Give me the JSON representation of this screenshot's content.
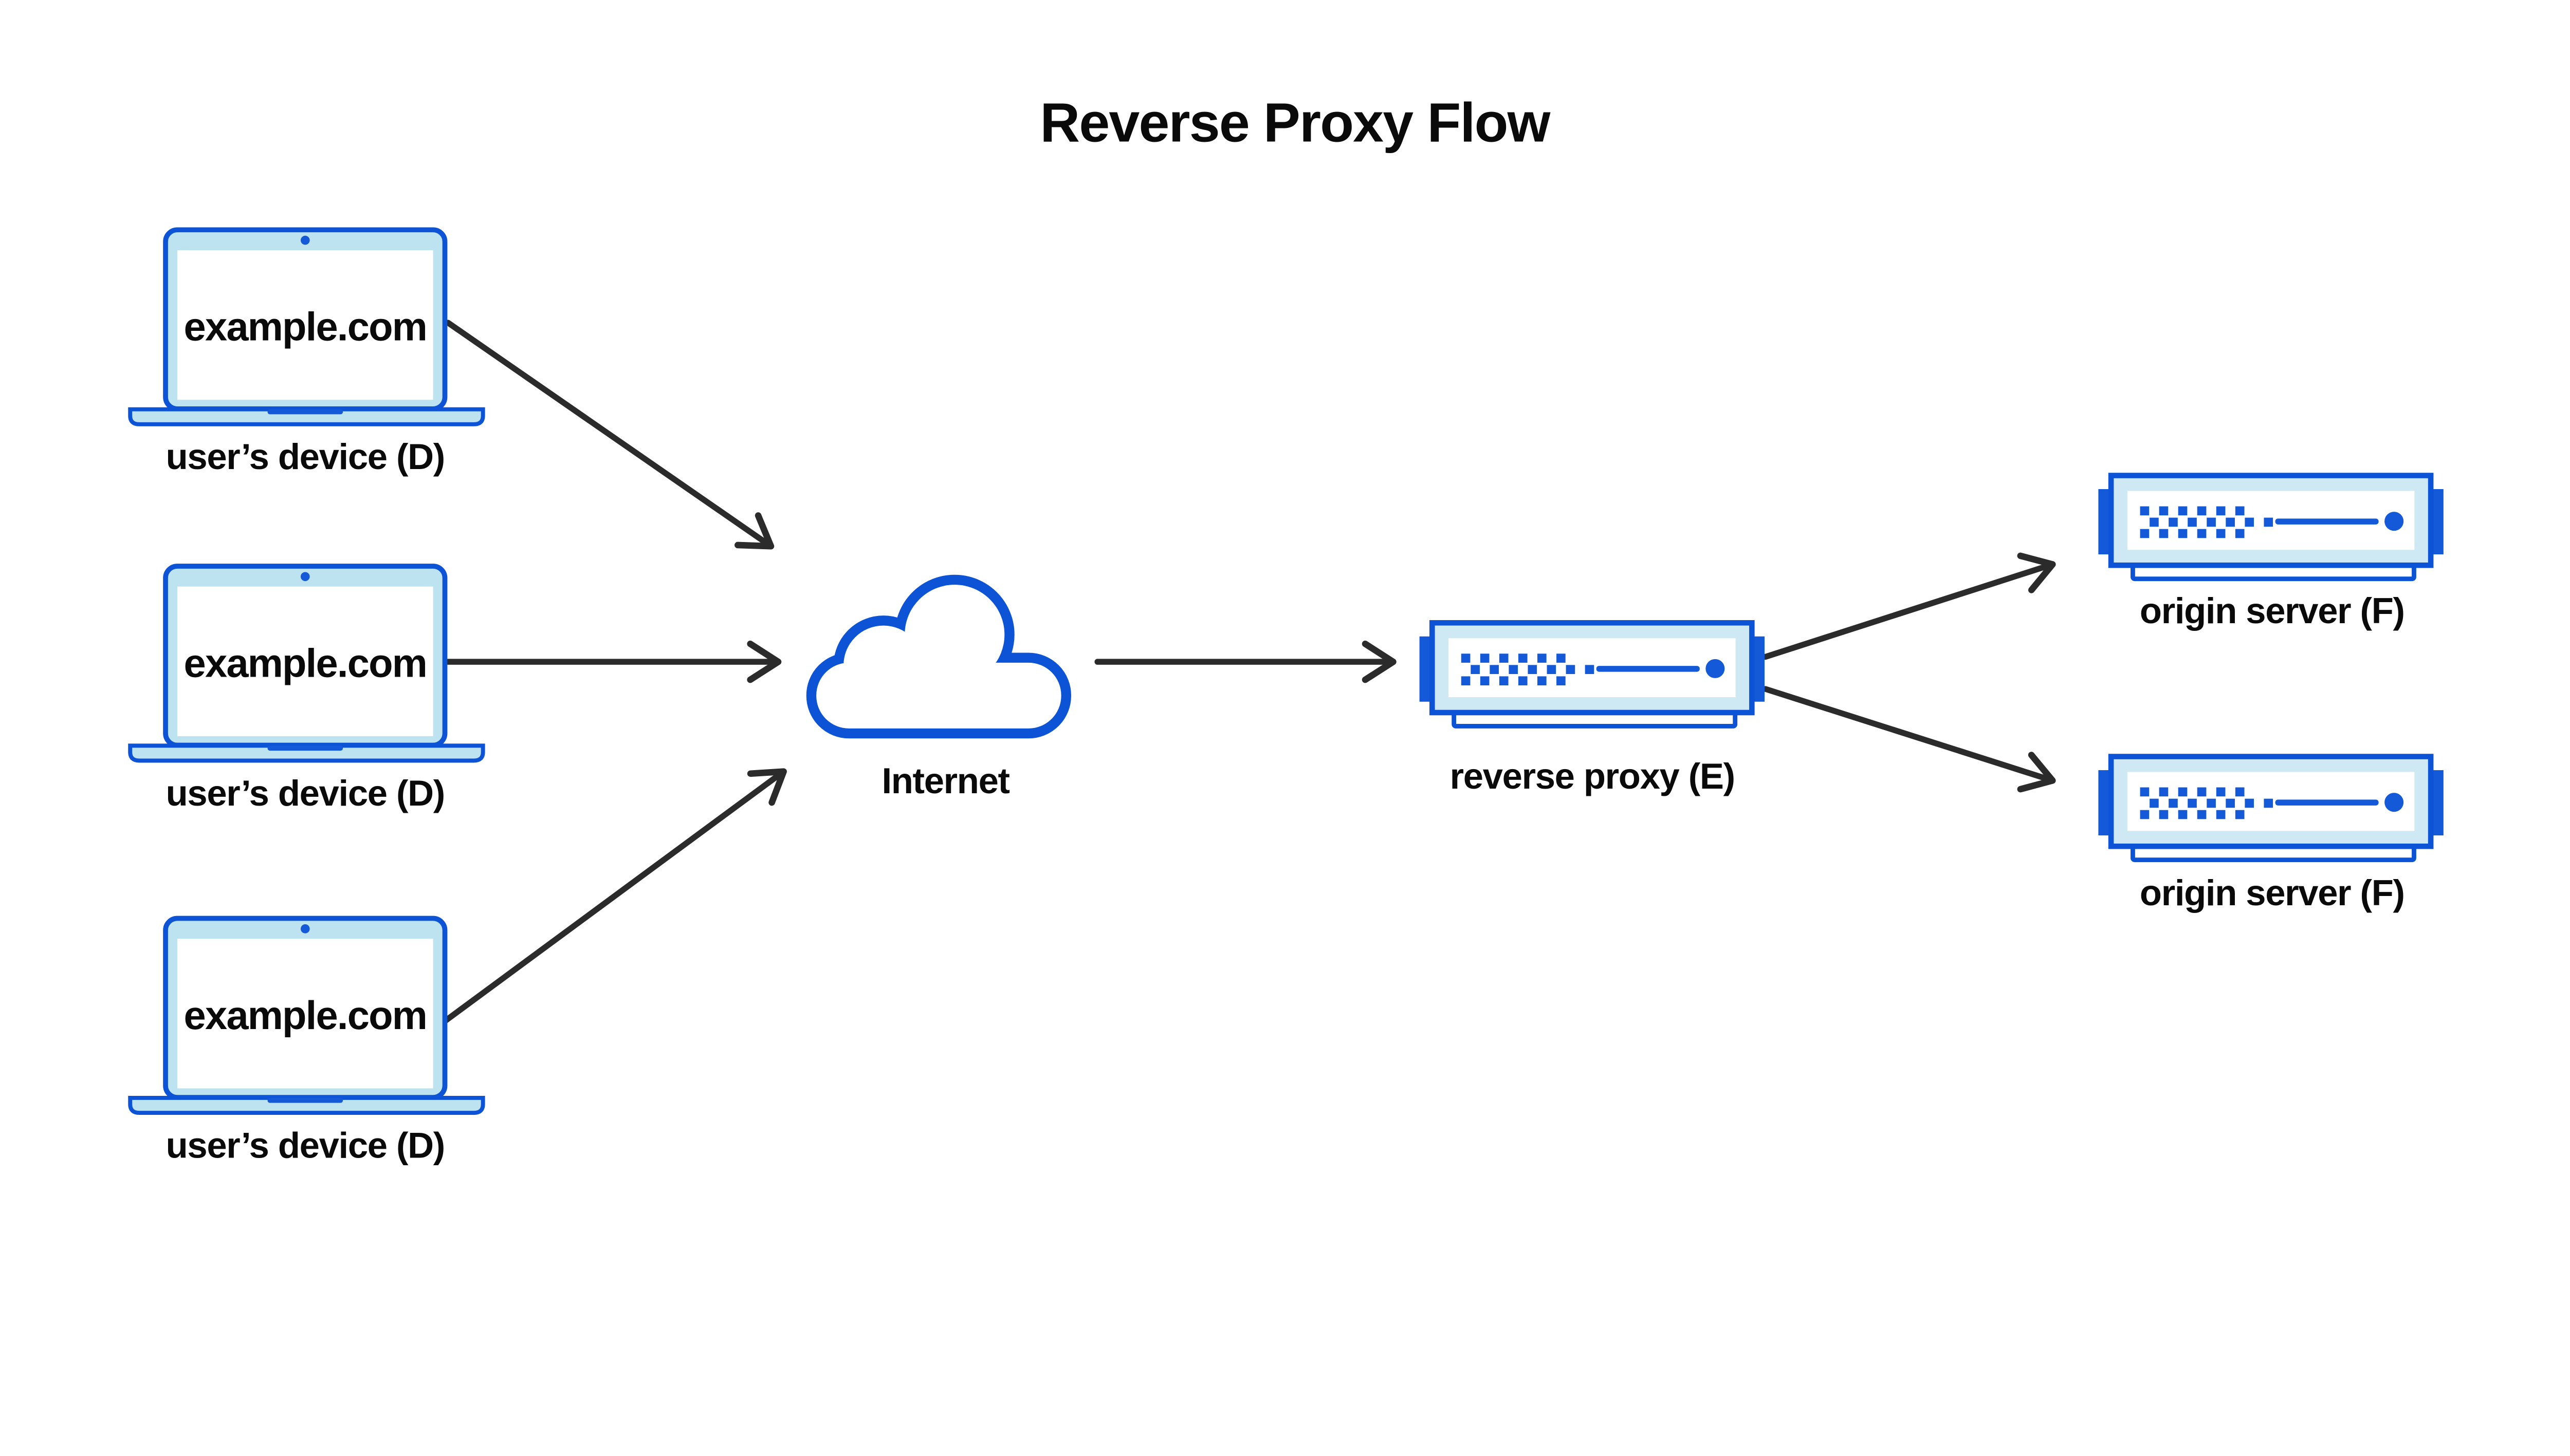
{
  "title": "Reverse Proxy Flow",
  "devices": [
    {
      "screen_label": "example.com",
      "caption": "user’s device (D)"
    },
    {
      "screen_label": "example.com",
      "caption": "user’s device (D)"
    },
    {
      "screen_label": "example.com",
      "caption": "user’s device (D)"
    }
  ],
  "internet": {
    "label": "Internet"
  },
  "reverse_proxy": {
    "label": "reverse proxy (E)"
  },
  "origin_servers": [
    {
      "label": "origin server (F)"
    },
    {
      "label": "origin server (F)"
    }
  ],
  "edges": [
    {
      "from": "user-device-1",
      "to": "internet"
    },
    {
      "from": "user-device-2",
      "to": "internet"
    },
    {
      "from": "user-device-3",
      "to": "internet"
    },
    {
      "from": "internet",
      "to": "reverse-proxy"
    },
    {
      "from": "reverse-proxy",
      "to": "origin-server-1"
    },
    {
      "from": "reverse-proxy",
      "to": "origin-server-2"
    }
  ],
  "icons": {
    "device": "laptop-icon",
    "internet": "cloud-icon",
    "proxy": "server-icon",
    "origin": "server-icon"
  },
  "colors": {
    "accent_blue": "#0d53d6",
    "solid_blue": "#1459d8",
    "laptop_fill": "#bee3f0",
    "server_fill": "#cfe9f4",
    "arrow": "#2b2b2b",
    "text": "#0a0a0a",
    "background": "#ffffff"
  }
}
